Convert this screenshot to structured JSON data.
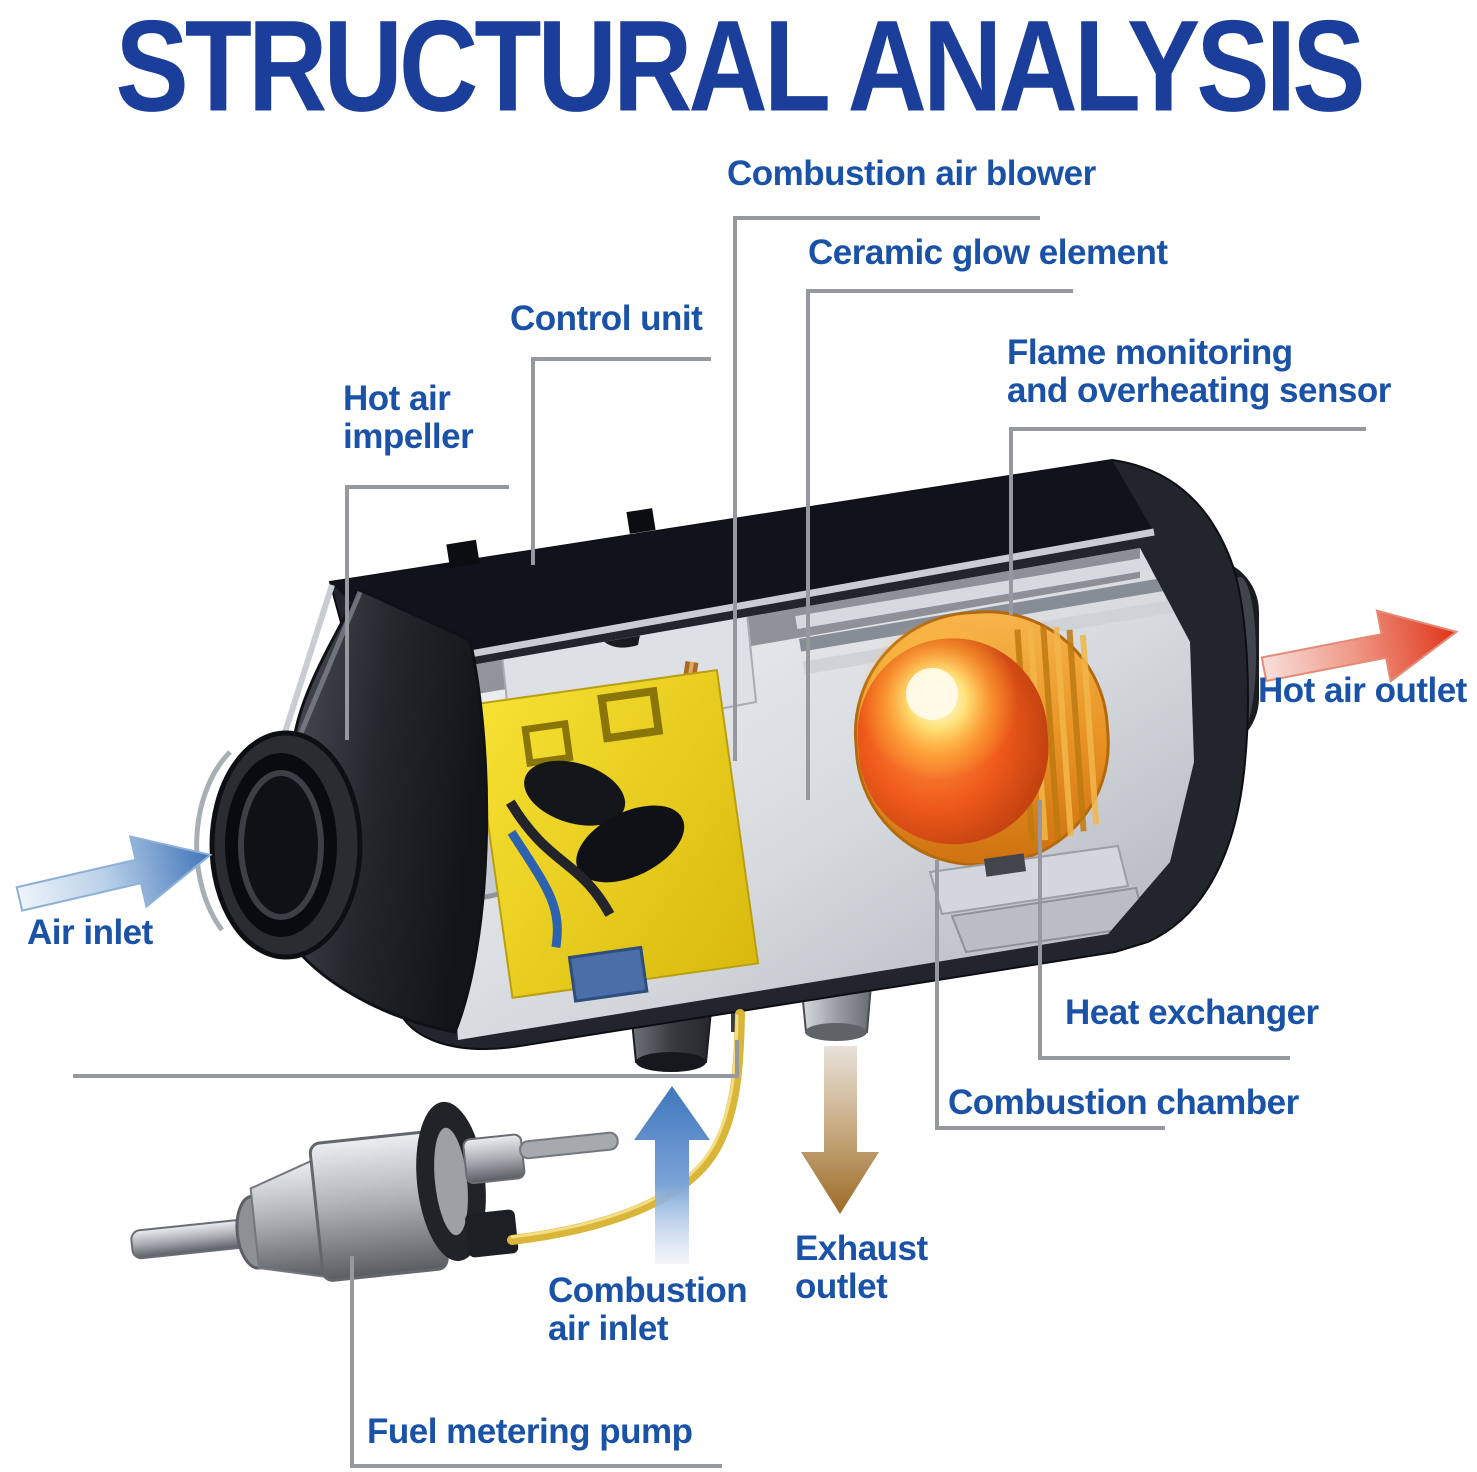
{
  "title": "STRUCTURAL ANALYSIS",
  "labels": {
    "combustion_air_blower": "Combustion air blower",
    "ceramic_glow_element": "Ceramic glow element",
    "control_unit": "Control unit",
    "flame_monitoring": "Flame monitoring\nand overheating sensor",
    "hot_air_impeller": "Hot air\nimpeller",
    "hot_air_outlet": "Hot air outlet",
    "air_inlet": "Air inlet",
    "heat_exchanger": "Heat exchanger",
    "combustion_chamber": "Combustion chamber",
    "exhaust_outlet": "Exhaust\noutlet",
    "combustion_air_inlet": "Combustion\nair inlet",
    "fuel_metering_pump": "Fuel metering pump"
  },
  "icons": {
    "air_inlet_arrow": "arrow-up-right-blue",
    "hot_air_outlet_arrow": "arrow-up-right-red",
    "combustion_air_inlet_arrow": "arrow-up-blue",
    "exhaust_outlet_arrow": "arrow-down-brown"
  },
  "colors": {
    "title_blue": "#1c3e9b",
    "label_blue": "#1a52a8",
    "leader_gray": "#95989c",
    "arrow_cold_blue": "#4a7fc2",
    "arrow_hot_red": "#e03520",
    "arrow_exhaust_brown": "#aa7b2e",
    "fuel_line_yellow": "#d9b53a",
    "housing_dark": "#23252c",
    "combustion_orange": "#e8891c",
    "control_unit_yellow": "#f0d019"
  }
}
